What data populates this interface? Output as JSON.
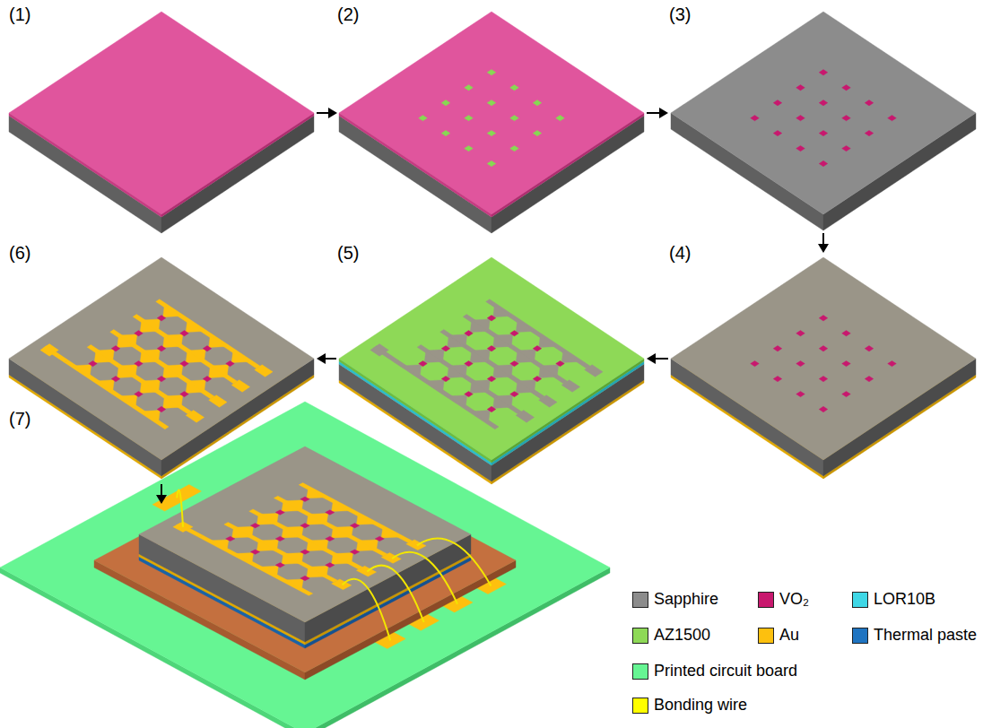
{
  "diagram": {
    "labels": [
      "(1)",
      "(2)",
      "(3)",
      "(6)",
      "(5)",
      "(4)",
      "(7)"
    ],
    "legend": [
      {
        "text": "Sapphire",
        "color": "#8c8c8c"
      },
      {
        "text": "VO₂",
        "color": "#c8186e"
      },
      {
        "text": "LOR10B",
        "color": "#3fd7e6"
      },
      {
        "text": "AZ1500",
        "color": "#8ed957"
      },
      {
        "text": "Au",
        "color": "#fdc00e"
      },
      {
        "text": "Thermal paste",
        "color": "#1f74c1"
      },
      {
        "text": "Printed circuit board",
        "color": "#66f593"
      },
      {
        "text": "Bonding wire",
        "color": "#ffff00"
      }
    ]
  }
}
